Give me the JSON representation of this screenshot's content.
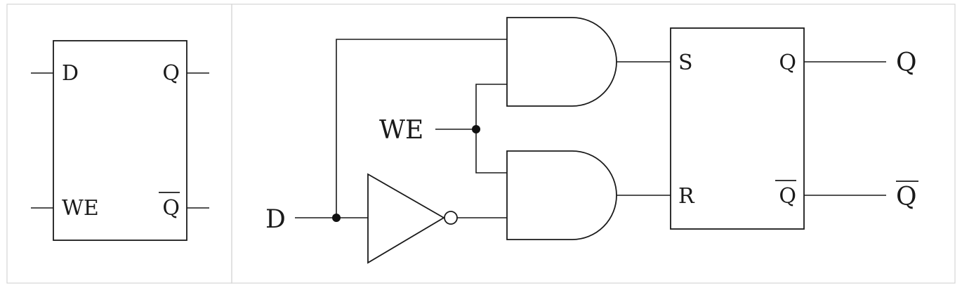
{
  "block_symbol": {
    "inputs": [
      "D",
      "WE"
    ],
    "outputs": [
      "Q",
      "Q"
    ],
    "inverted_output_index": 1
  },
  "circuit": {
    "inputs": {
      "data": "D",
      "write_enable": "WE"
    },
    "gates": [
      "and-gate-top",
      "and-gate-bottom",
      "not-gate"
    ],
    "latch": {
      "set_label": "S",
      "reset_label": "R",
      "q_label": "Q",
      "qbar_label": "Q"
    },
    "outputs": {
      "q": "Q",
      "qbar": "Q"
    }
  },
  "colors": {
    "line": "#1a1a1a",
    "panel_border": "#d4d4d4",
    "background": "#ffffff"
  }
}
